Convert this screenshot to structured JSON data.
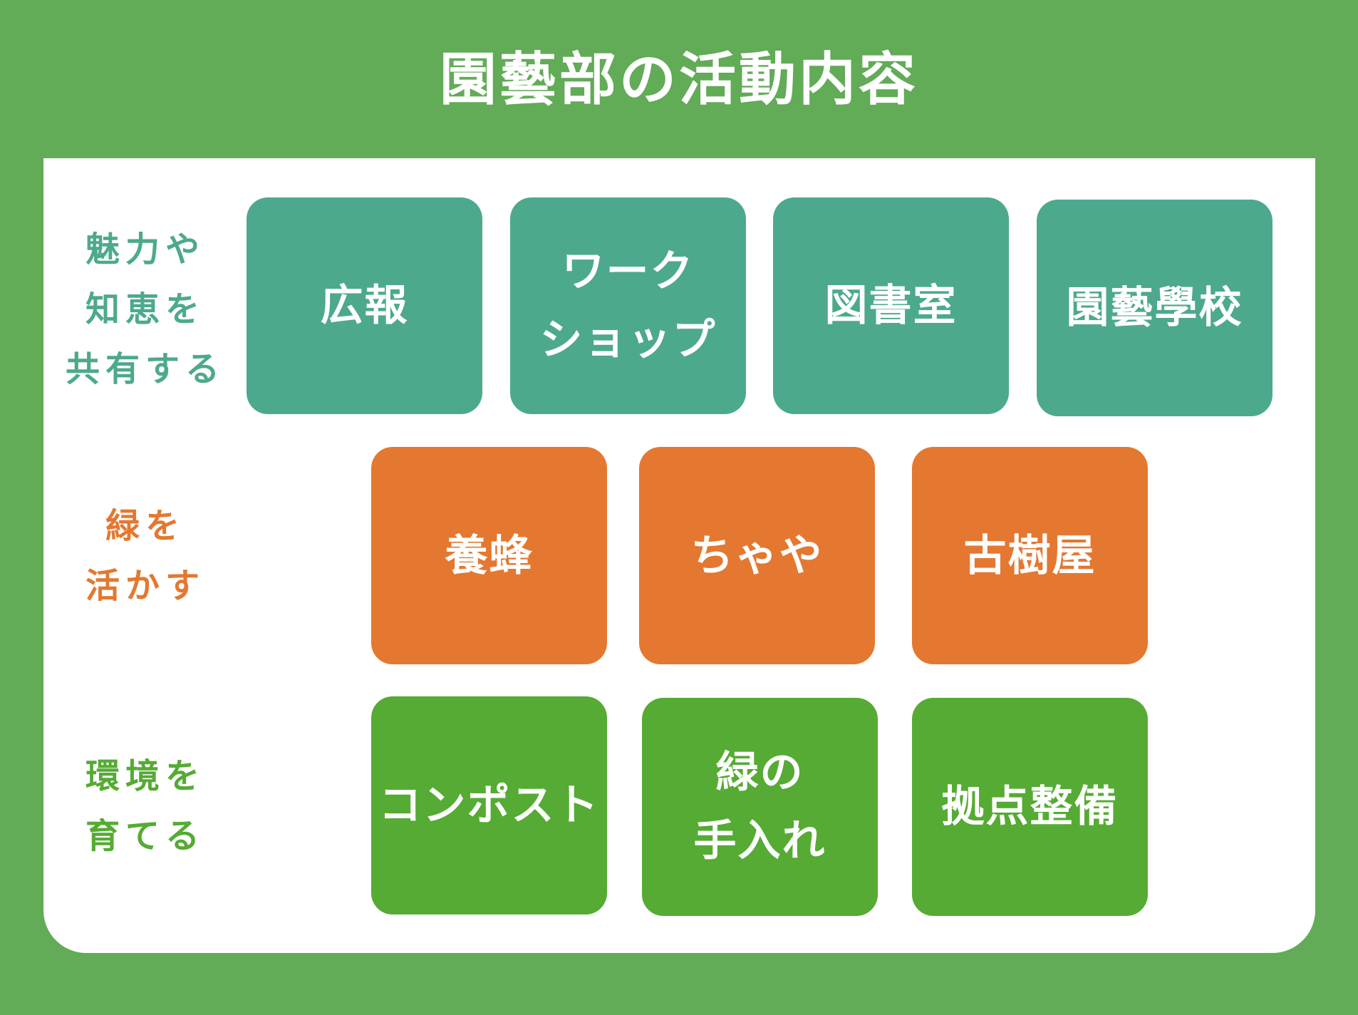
{
  "title": "園藝部の活動内容",
  "rows": [
    {
      "label_lines": [
        "魅力や",
        "知恵を",
        "共有する"
      ],
      "color": "#4da98d",
      "tiles": [
        [
          "広報"
        ],
        [
          "ワーク",
          "ショップ"
        ],
        [
          "図書室"
        ],
        [
          "園藝學校"
        ]
      ]
    },
    {
      "label_lines": [
        "緑を",
        "活かす"
      ],
      "color": "#e47830",
      "tiles": [
        [
          "養蜂"
        ],
        [
          "ちゃや"
        ],
        [
          "古樹屋"
        ]
      ]
    },
    {
      "label_lines": [
        "環境を",
        "育てる"
      ],
      "color": "#55ab33",
      "tiles": [
        [
          "コンポスト"
        ],
        [
          "緑の",
          "手入れ"
        ],
        [
          "拠点整備"
        ]
      ]
    }
  ]
}
